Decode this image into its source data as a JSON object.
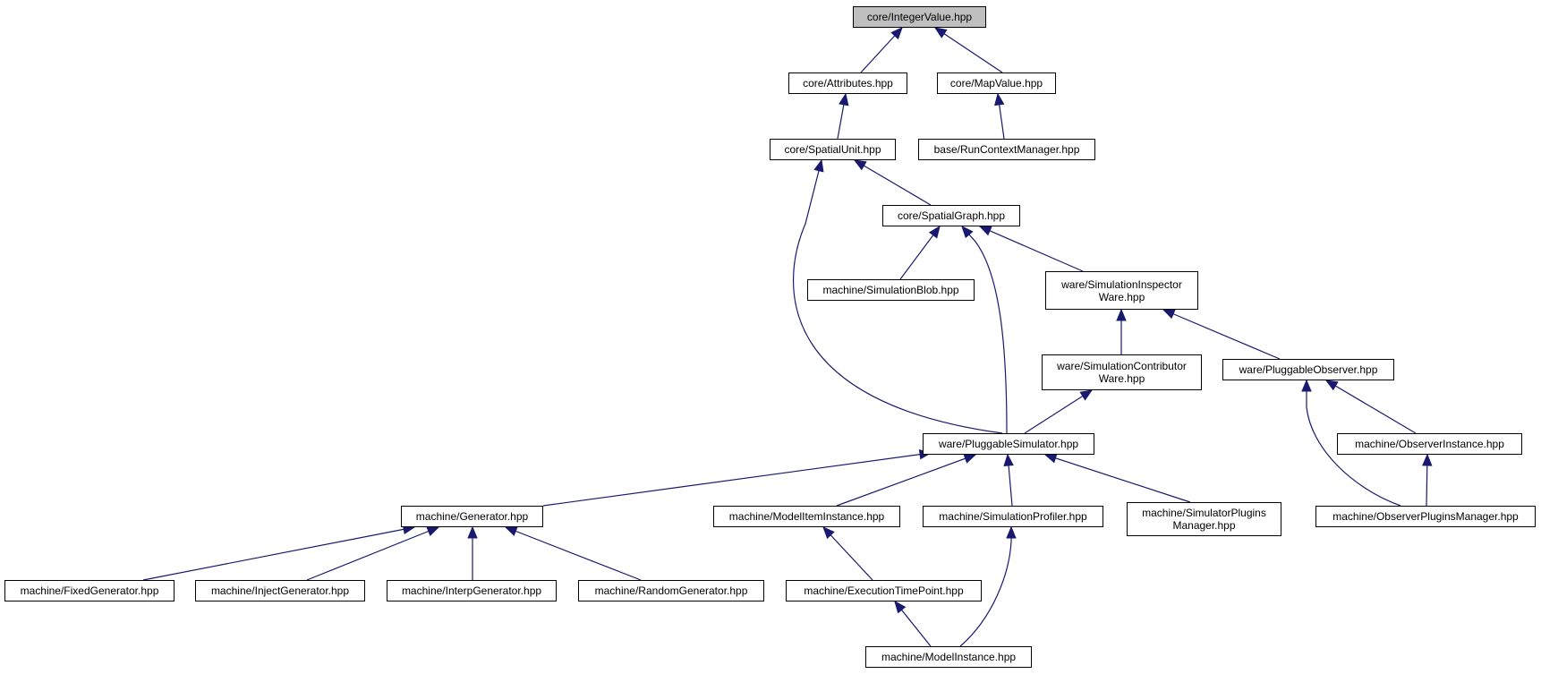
{
  "colors": {
    "edge": "#191970",
    "root_fill": "#bfbfbf",
    "node_fill": "#ffffff",
    "node_border": "#000000"
  },
  "nodes": {
    "integer_value": {
      "lines": [
        "core/IntegerValue.hpp"
      ]
    },
    "attributes": {
      "lines": [
        "core/Attributes.hpp"
      ]
    },
    "map_value": {
      "lines": [
        "core/MapValue.hpp"
      ]
    },
    "spatial_unit": {
      "lines": [
        "core/SpatialUnit.hpp"
      ]
    },
    "run_context_manager": {
      "lines": [
        "base/RunContextManager.hpp"
      ]
    },
    "spatial_graph": {
      "lines": [
        "core/SpatialGraph.hpp"
      ]
    },
    "simulation_blob": {
      "lines": [
        "machine/SimulationBlob.hpp"
      ]
    },
    "simulation_inspector_ware": {
      "lines": [
        "ware/SimulationInspector",
        "Ware.hpp"
      ]
    },
    "simulation_contributor_ware": {
      "lines": [
        "ware/SimulationContributor",
        "Ware.hpp"
      ]
    },
    "pluggable_observer": {
      "lines": [
        "ware/PluggableObserver.hpp"
      ]
    },
    "pluggable_simulator": {
      "lines": [
        "ware/PluggableSimulator.hpp"
      ]
    },
    "observer_instance": {
      "lines": [
        "machine/ObserverInstance.hpp"
      ]
    },
    "generator": {
      "lines": [
        "machine/Generator.hpp"
      ]
    },
    "model_item_instance": {
      "lines": [
        "machine/ModelItemInstance.hpp"
      ]
    },
    "simulation_profiler": {
      "lines": [
        "machine/SimulationProfiler.hpp"
      ]
    },
    "simulator_plugins_manager": {
      "lines": [
        "machine/SimulatorPlugins",
        "Manager.hpp"
      ]
    },
    "observer_plugins_manager": {
      "lines": [
        "machine/ObserverPluginsManager.hpp"
      ]
    },
    "fixed_generator": {
      "lines": [
        "machine/FixedGenerator.hpp"
      ]
    },
    "inject_generator": {
      "lines": [
        "machine/InjectGenerator.hpp"
      ]
    },
    "interp_generator": {
      "lines": [
        "machine/InterpGenerator.hpp"
      ]
    },
    "random_generator": {
      "lines": [
        "machine/RandomGenerator.hpp"
      ]
    },
    "execution_time_point": {
      "lines": [
        "machine/ExecutionTimePoint.hpp"
      ]
    },
    "model_instance": {
      "lines": [
        "machine/ModelInstance.hpp"
      ]
    }
  },
  "edges": [
    {
      "from": "attributes",
      "to": "integer_value"
    },
    {
      "from": "map_value",
      "to": "integer_value"
    },
    {
      "from": "spatial_unit",
      "to": "attributes"
    },
    {
      "from": "run_context_manager",
      "to": "map_value"
    },
    {
      "from": "spatial_graph",
      "to": "spatial_unit"
    },
    {
      "from": "pluggable_simulator",
      "to": "spatial_unit"
    },
    {
      "from": "simulation_blob",
      "to": "spatial_graph"
    },
    {
      "from": "simulation_inspector_ware",
      "to": "spatial_graph"
    },
    {
      "from": "pluggable_simulator",
      "to": "spatial_graph"
    },
    {
      "from": "simulation_contributor_ware",
      "to": "simulation_inspector_ware"
    },
    {
      "from": "pluggable_observer",
      "to": "simulation_inspector_ware"
    },
    {
      "from": "pluggable_simulator",
      "to": "simulation_contributor_ware"
    },
    {
      "from": "observer_instance",
      "to": "pluggable_observer"
    },
    {
      "from": "observer_plugins_manager",
      "to": "pluggable_observer"
    },
    {
      "from": "observer_plugins_manager",
      "to": "observer_instance"
    },
    {
      "from": "generator",
      "to": "pluggable_simulator"
    },
    {
      "from": "model_item_instance",
      "to": "pluggable_simulator"
    },
    {
      "from": "simulation_profiler",
      "to": "pluggable_simulator"
    },
    {
      "from": "simulator_plugins_manager",
      "to": "pluggable_simulator"
    },
    {
      "from": "fixed_generator",
      "to": "generator"
    },
    {
      "from": "inject_generator",
      "to": "generator"
    },
    {
      "from": "interp_generator",
      "to": "generator"
    },
    {
      "from": "random_generator",
      "to": "generator"
    },
    {
      "from": "execution_time_point",
      "to": "model_item_instance"
    },
    {
      "from": "model_instance",
      "to": "execution_time_point"
    },
    {
      "from": "model_instance",
      "to": "simulation_profiler"
    }
  ]
}
